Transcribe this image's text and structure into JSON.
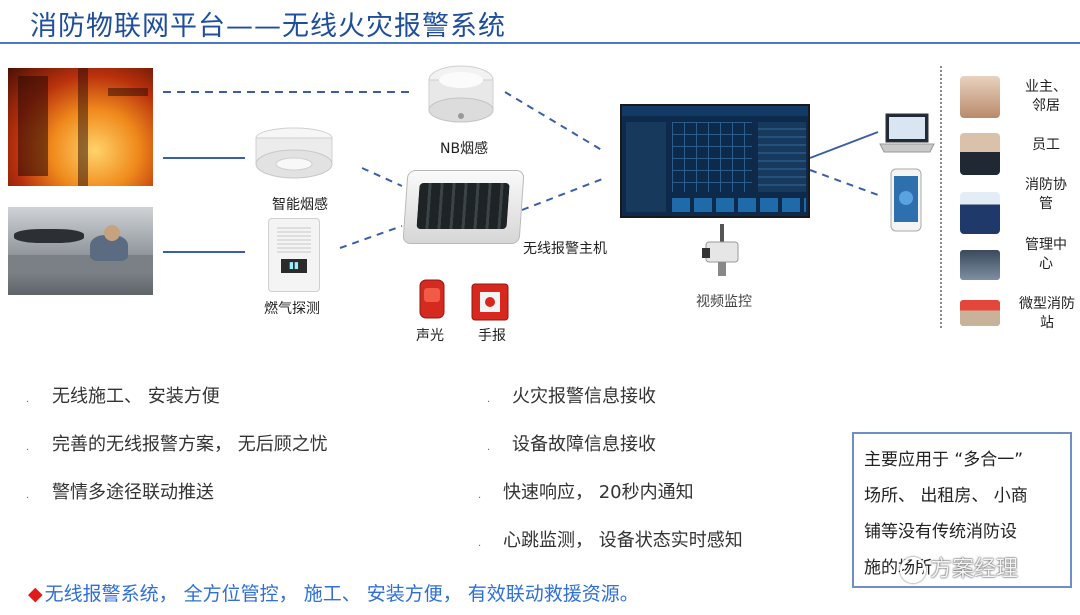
{
  "title": "消防物联网平台——无线火灾报警系统",
  "labels": {
    "nb_smoke": "NB烟感",
    "smart_smoke": "智能烟感",
    "gas_detector": "燃气探测",
    "alarm_host": "无线报警主机",
    "sound_light": "声光",
    "manual_alarm": "手报",
    "video": "视频监控"
  },
  "roles": [
    {
      "line1": "业主、",
      "line2": "邻居"
    },
    {
      "line1": "员工",
      "line2": ""
    },
    {
      "line1": "消防协",
      "line2": "管"
    },
    {
      "line1": "管理中",
      "line2": "心"
    },
    {
      "line1": "微型消防",
      "line2": "站"
    }
  ],
  "bullets_left": [
    "无线施工、  安装方便",
    "完善的无线报警方案，  无后顾之忧",
    "警情多途径联动推送"
  ],
  "bullets_right": [
    "火灾报警信息接收",
    "设备故障信息接收",
    "快速响应，  20秒内通知",
    "心跳监测，  设备状态实时感知"
  ],
  "bullet_dot": ".",
  "footer": {
    "marker": "◆",
    "text": "无线报警系统，  全方位管控，  施工、  安装方便，  有效联动救援资源。"
  },
  "application": {
    "lines": [
      "主要应用于  “多合一”",
      "场所、 出租房、 小商",
      "铺等没有传统消防设",
      "施的场所"
    ]
  },
  "watermark": "方案经理",
  "colors": {
    "title": "#1f4e9c",
    "footer": "#2f6fd6",
    "marker": "#e01b1b",
    "box_border": "#6d8fc6"
  }
}
